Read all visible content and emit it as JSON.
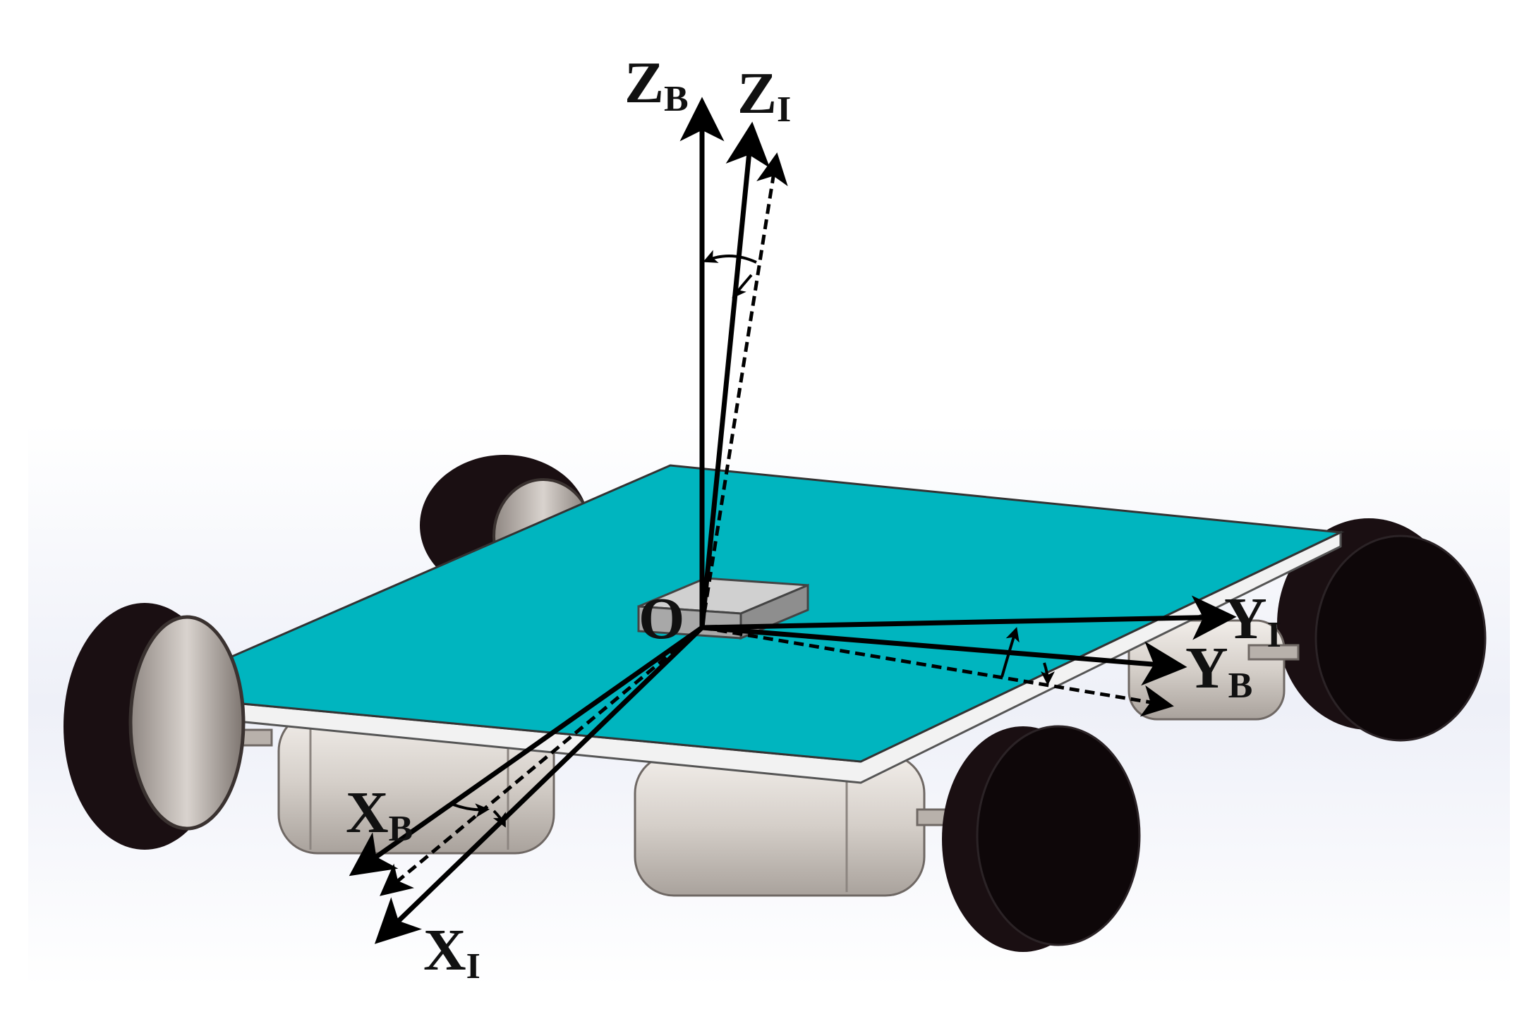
{
  "figure": {
    "origin_label": "O",
    "axes": {
      "z_body": {
        "main": "Z",
        "sub": "B"
      },
      "z_inertial": {
        "main": "Z",
        "sub": "I"
      },
      "x_body": {
        "main": "X",
        "sub": "B"
      },
      "x_inertial": {
        "main": "X",
        "sub": "I"
      },
      "y_body": {
        "main": "Y",
        "sub": "B"
      },
      "y_inertial": {
        "main": "Y",
        "sub": "I"
      }
    },
    "colors": {
      "platform_top": "#00b5bf",
      "platform_edge": "#f2f2f2",
      "tire": "#1a0f12",
      "hub": "#b9b2ad",
      "motor": "#d8d2cc",
      "axis_line": "#000000",
      "sensor": "#b5b5b5"
    }
  }
}
